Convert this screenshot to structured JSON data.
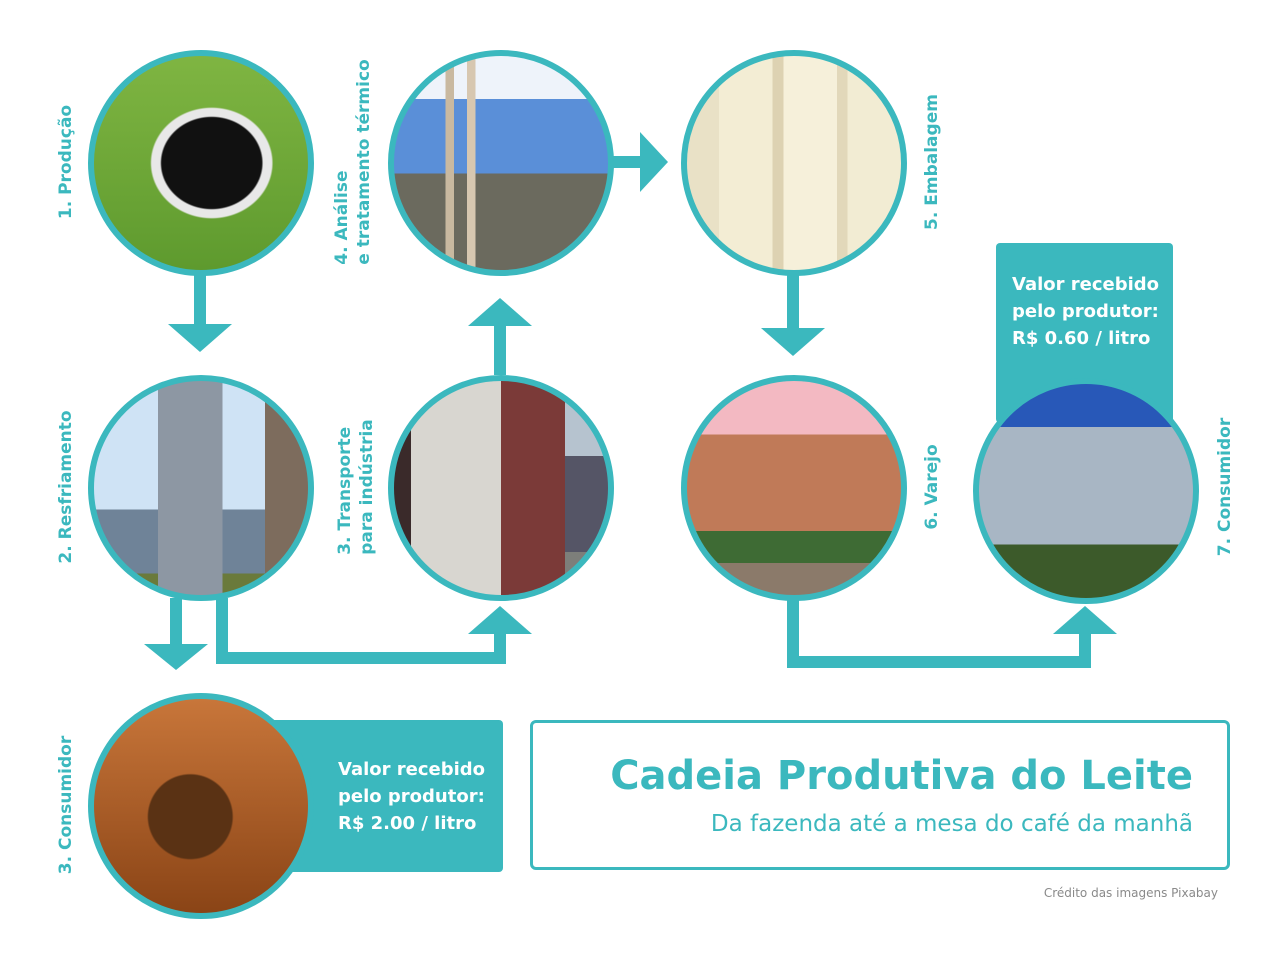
{
  "colors": {
    "accent": "#3bb8be"
  },
  "steps": [
    {
      "label": "1. Produção",
      "image": "cow"
    },
    {
      "label": "2. Resfriamento",
      "image": "cooling-plant"
    },
    {
      "label_line1": "3. Transporte",
      "label_line2": "para indústria",
      "image": "truck"
    },
    {
      "label_line1": "4. Análise",
      "label_line2": "e tratamento térmico",
      "image": "factory"
    },
    {
      "label": "5. Embalagem",
      "image": "milk-bottles"
    },
    {
      "label": "6. Varejo",
      "image": "shop"
    },
    {
      "label": "7. Consumidor",
      "image": "city-houses"
    },
    {
      "label": "3. Consumidor",
      "image": "rural-house"
    }
  ],
  "value_boxes": {
    "city": {
      "line1": "Valor recebido",
      "line2": "pelo produtor:",
      "line3": "R$ 0.60 / litro"
    },
    "rural": {
      "line1": "Valor recebido",
      "line2": "pelo produtor:",
      "line3": "R$ 2.00 / litro"
    }
  },
  "title": "Cadeia Produtiva do Leite",
  "subtitle": "Da fazenda até a mesa do café da manhã",
  "credit": "Crédito das imagens Pixabay"
}
